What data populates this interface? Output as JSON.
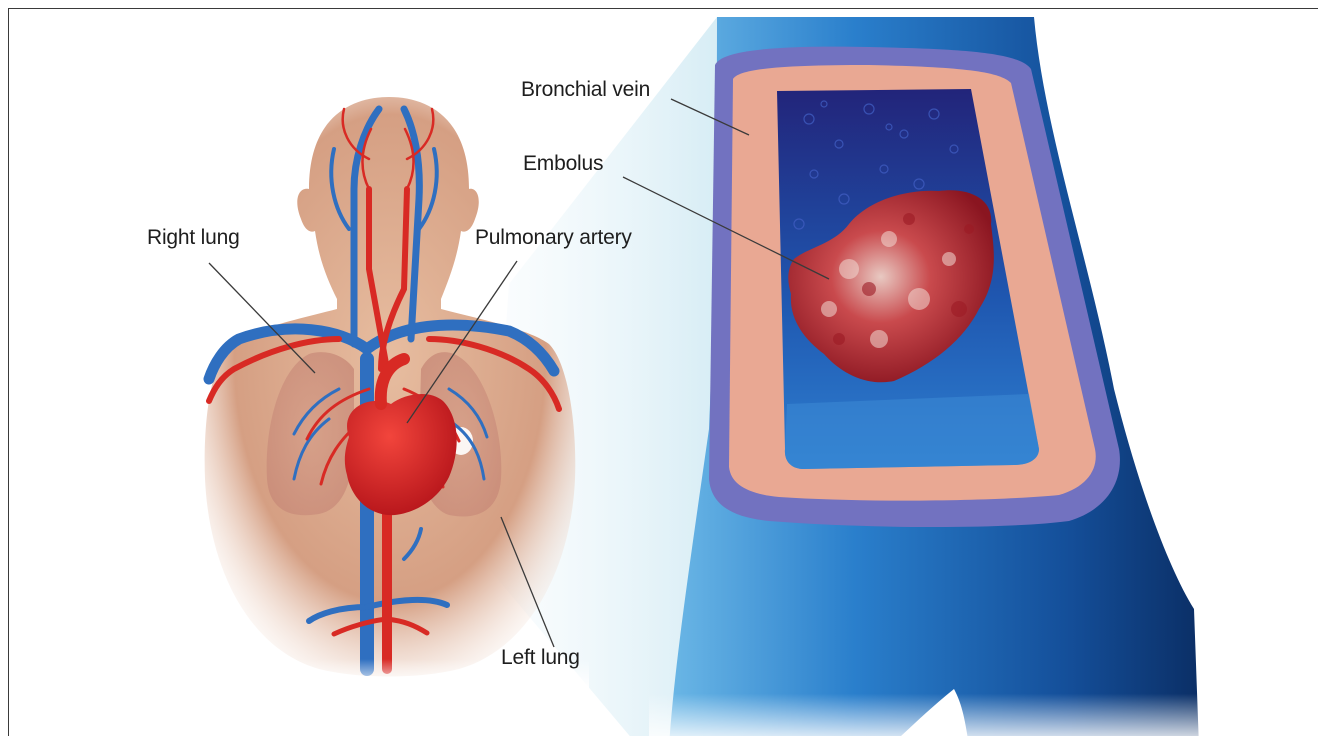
{
  "labels": {
    "right_lung": "Right lung",
    "pulmonary_artery": "Pulmonary artery",
    "left_lung": "Left lung",
    "bronchial_vein": "Bronchial vein",
    "embolus": "Embolus"
  },
  "colors": {
    "skin": "#d9a98c",
    "vein_blue": "#2f6fc0",
    "artery_red": "#d82a24",
    "vessel_outer": "#6a6ab8",
    "vessel_wall": "#e7a38f",
    "lumen": "#1d4fa0",
    "embolus": "#b52630"
  }
}
